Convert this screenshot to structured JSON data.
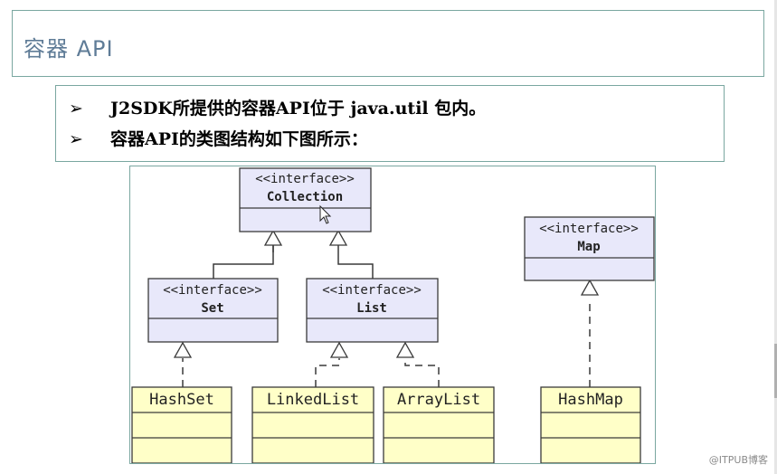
{
  "slide": {
    "title": "容器 API",
    "bullets": [
      "J2SDK所提供的容器API位于 java.util 包内。",
      "容器API的类图结构如下图所示："
    ],
    "bullet_marker": "➢"
  },
  "diagram": {
    "stereotype": "<<interface>>",
    "interfaces": {
      "collection": "Collection",
      "set": "Set",
      "list": "List",
      "map": "Map"
    },
    "classes": {
      "hashset": "HashSet",
      "linkedlist": "LinkedList",
      "arraylist": "ArrayList",
      "hashmap": "HashMap"
    },
    "colors": {
      "interface_fill": "#e8e8fa",
      "class_fill": "#ffffc8",
      "border": "#3a3a3a"
    }
  },
  "watermark": "@ITPUB博客"
}
